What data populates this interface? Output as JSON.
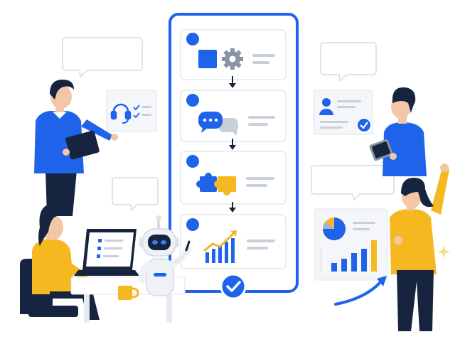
{
  "colors": {
    "primary_blue": "#1e63e9",
    "dark_navy": "#17243f",
    "accent_yellow": "#f5b820",
    "bubble_border": "#d6dbe3",
    "panel_fill": "#f4f6f9",
    "placeholder_line": "#c9d0da",
    "skin": "#f3c7a6"
  },
  "process_steps": [
    {
      "id": "settings",
      "icon": "gear-icon"
    },
    {
      "id": "communication",
      "icon": "chat-bubbles-icon"
    },
    {
      "id": "integration",
      "icon": "puzzle-icon"
    },
    {
      "id": "growth",
      "icon": "chart-growth-icon"
    }
  ],
  "final_status": {
    "icon": "checkmark-icon",
    "state": "complete"
  },
  "side_cards": [
    {
      "id": "support",
      "icon": "headset-icon"
    },
    {
      "id": "profile",
      "icon": "user-icon"
    },
    {
      "id": "analytics",
      "icon": "pie-bar-chart-icon"
    },
    {
      "id": "laptop-checklist",
      "icon": "checklist-icon"
    }
  ]
}
